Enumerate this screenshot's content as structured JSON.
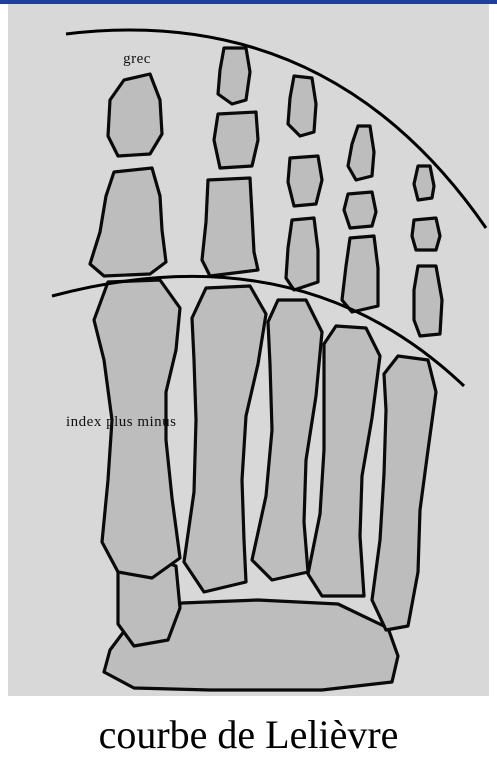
{
  "labels": {
    "greek": "grec",
    "index_plus_minus": "index plus minus"
  },
  "caption": "courbe de Lelièvre",
  "colors": {
    "header_bar": "#1e3f9a",
    "plate_background": "#d8d8d8",
    "bone_fill": "#bdbdbd",
    "outline": "#0a0a0a"
  }
}
